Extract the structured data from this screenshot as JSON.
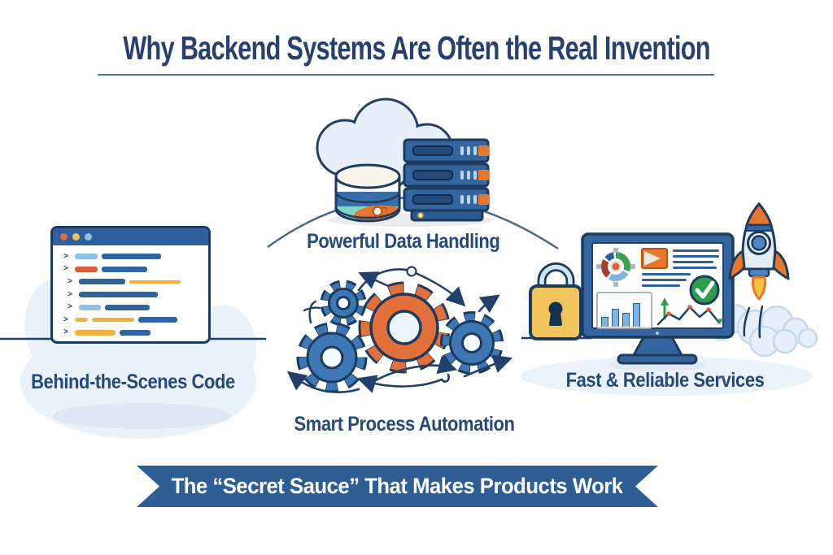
{
  "title": "Why Backend Systems Are Often the Real Invention",
  "sections": {
    "data_handling": {
      "label": "Powerful Data Handling"
    },
    "code": {
      "label": "Behind-the-Scenes Code"
    },
    "automation": {
      "label": "Smart Process Automation"
    },
    "services": {
      "label": "Fast & Reliable Services"
    }
  },
  "banner": {
    "text": "The “Secret Sauce” That Makes Products Work"
  },
  "code_window": {
    "traffic_lights": [
      "#dd6b4d",
      "#f2c057",
      "#8cc0e8"
    ],
    "chevron": ">",
    "lines": [
      {
        "ind": 0,
        "segs": [
          {
            "c": "#8cc0e8",
            "w": 28
          },
          {
            "c": "#31649f",
            "w": 73
          }
        ]
      },
      {
        "ind": 0,
        "segs": [
          {
            "c": "#d95f3b",
            "w": 28
          },
          {
            "c": "#31649f",
            "w": 56
          }
        ]
      },
      {
        "ind": 5,
        "segs": [
          {
            "c": "#31649f",
            "w": 57
          },
          {
            "c": "#f0b23e",
            "w": 63,
            "h": 4
          }
        ]
      },
      {
        "ind": 5,
        "segs": [
          {
            "c": "#31649f",
            "w": 97
          }
        ]
      },
      {
        "ind": 5,
        "segs": [
          {
            "c": "#8cc0e8",
            "w": 27
          },
          {
            "c": "#31649f",
            "w": 55
          }
        ]
      },
      {
        "ind": 0,
        "segs": [
          {
            "c": "#f0b23e",
            "w": 16,
            "h": 5
          },
          {
            "c": "#f0b23e",
            "w": 52,
            "h": 5
          },
          {
            "c": "#31649f",
            "w": 48
          }
        ]
      },
      {
        "ind": 0,
        "segs": [
          {
            "c": "#f0b23e",
            "w": 50
          },
          {
            "c": "#31649f",
            "w": 38
          }
        ]
      }
    ]
  },
  "monitor": {
    "bars": [
      12,
      22,
      17,
      29
    ]
  },
  "palette": {
    "heading_navy": "#293f6d",
    "label_navy": "#26497b",
    "outline_navy": "#1d3a5f",
    "mid_blue": "#35659e",
    "light_blue": "#8cc0e8",
    "pale_blue_fill": "#e6effa",
    "orange": "#e8772e",
    "red_orange": "#d95f3b",
    "yellow": "#f0b23e",
    "lock_yellow": "#f2c55c",
    "teal": "#7fd6c8",
    "green": "#2e9e4e",
    "maroon": "#a0402e",
    "banner_blue": "#2e5e94",
    "underline_blue": "#50739f"
  }
}
